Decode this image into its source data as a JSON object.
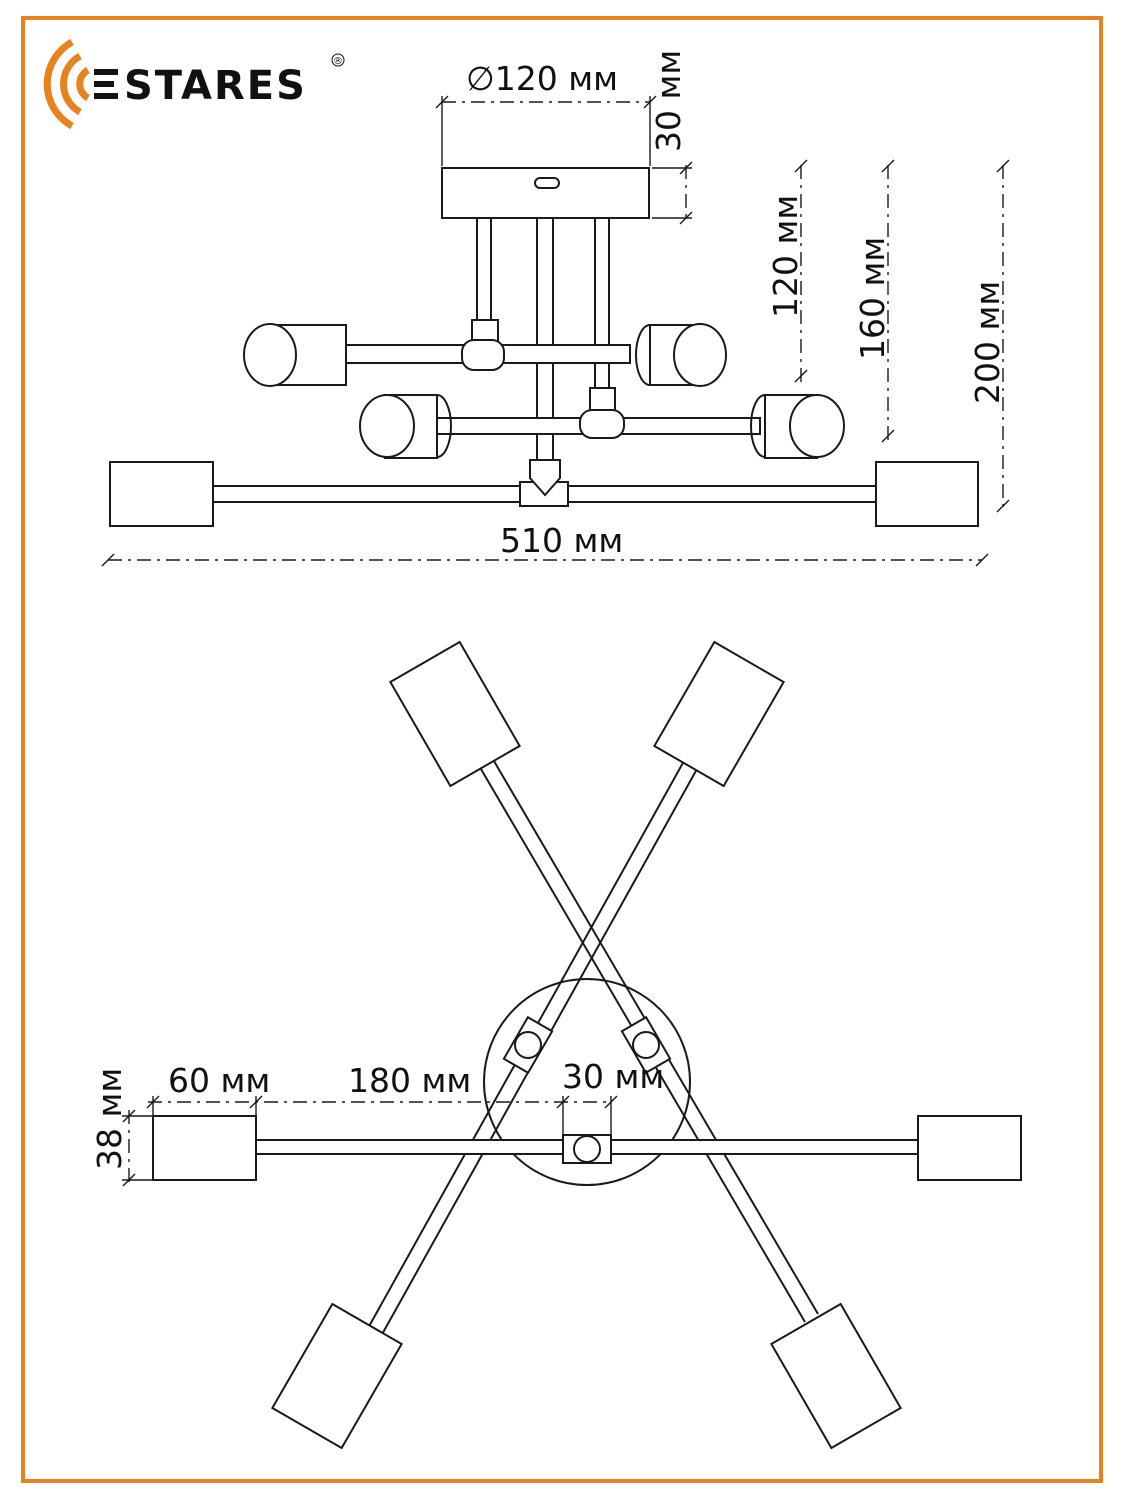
{
  "brand": {
    "name": "STARES",
    "registered_mark": "®",
    "accent_color": "#e8821e"
  },
  "frame": {
    "color": "#e8821e"
  },
  "side_view": {
    "canopy_diameter": "∅120 мм",
    "canopy_height": "30 мм",
    "dim_120": "120 мм",
    "dim_160": "160 мм",
    "dim_200": "200 мм",
    "total_width": "510 мм"
  },
  "top_view": {
    "shade_length": "60 мм",
    "arm_length": "180 мм",
    "center_width": "30 мм",
    "shade_width": "38 мм"
  }
}
